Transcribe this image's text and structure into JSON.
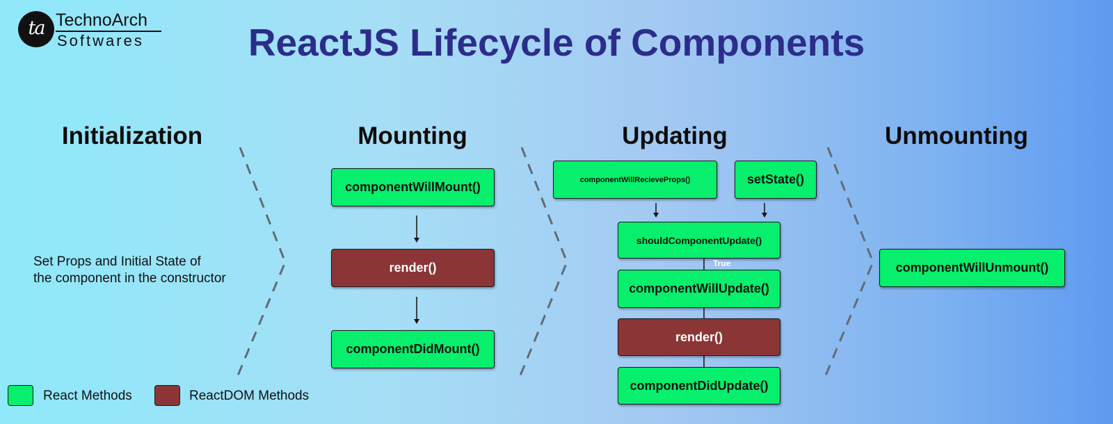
{
  "logo": {
    "mark": "ta",
    "line1": "TechnoArch",
    "line2": "Softwares"
  },
  "title": "ReactJS Lifecycle of Components",
  "phases": {
    "initialization": {
      "heading": "Initialization",
      "description_line1": "Set Props and Initial State of",
      "description_line2": "the component in the constructor"
    },
    "mounting": {
      "heading": "Mounting",
      "methods": [
        "componentWillMount()",
        "render()",
        "componentDidMount()"
      ]
    },
    "updating": {
      "heading": "Updating",
      "triggers": [
        "componentWillRecieveProps()",
        "setState()"
      ],
      "methods": [
        "shouldComponentUpdate()",
        "componentWillUpdate()",
        "render()",
        "componentDidUpdate()"
      ],
      "condition_label": "True"
    },
    "unmounting": {
      "heading": "Unmounting",
      "methods": [
        "componentWillUnmount()"
      ]
    }
  },
  "legend": {
    "react": "React Methods",
    "reactdom": "ReactDOM Methods"
  },
  "colors": {
    "react_method": "#07ef6c",
    "reactdom_method": "#8b3536",
    "title": "#2c2d8a"
  }
}
